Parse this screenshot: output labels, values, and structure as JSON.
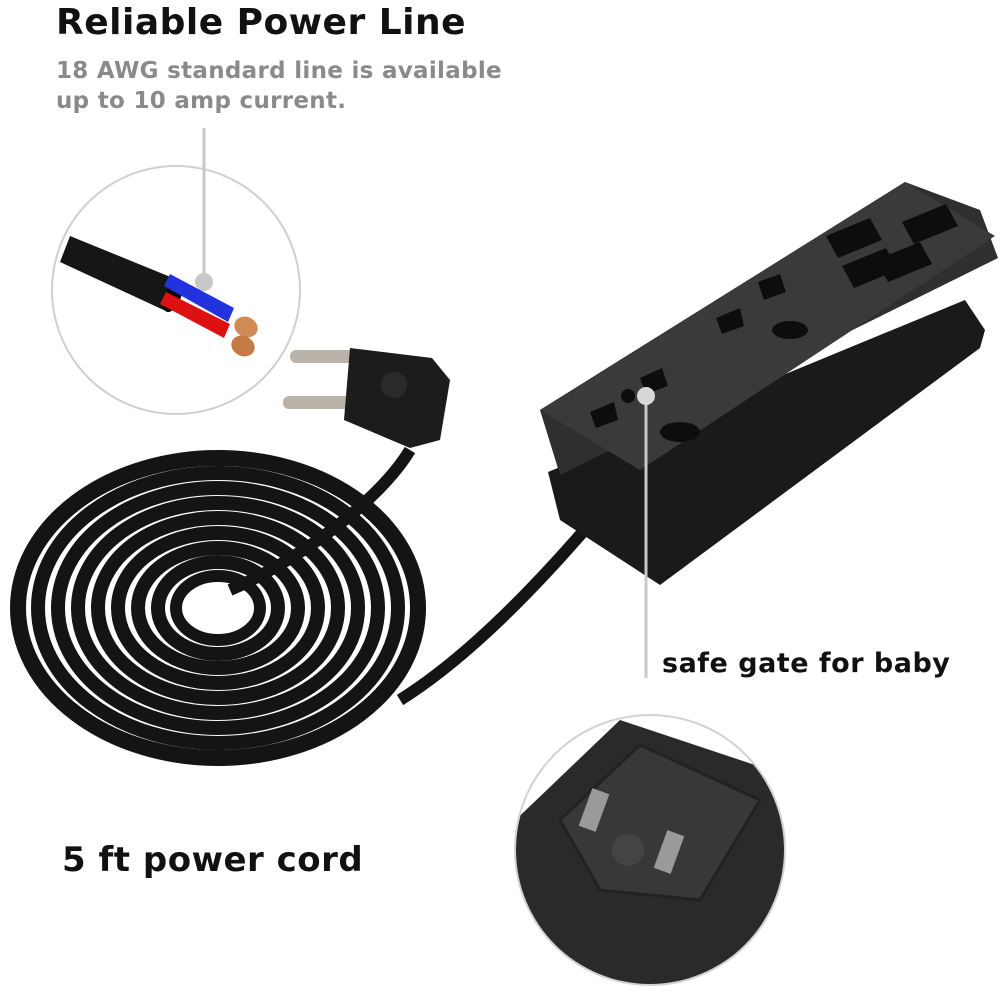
{
  "header": {
    "title": "Reliable Power Line",
    "subtitle_line1": "18 AWG standard line is available",
    "subtitle_line2": "up to 10 amp current."
  },
  "callouts": {
    "safe_gate": "safe gate for baby",
    "cord_length": "5 ft power cord"
  },
  "product": {
    "name": "power strip with USB ports",
    "usb_ports": 4,
    "ac_sockets": 2,
    "plug_type": "2-pin round plug"
  },
  "colors": {
    "title": "#111111",
    "subtitle": "#8a8a8a",
    "leader_line": "#c8c8c8",
    "device_body": "#2e2e2e",
    "wire_blue": "#2233dd",
    "wire_red": "#dd1111",
    "copper": "#d08a55"
  }
}
